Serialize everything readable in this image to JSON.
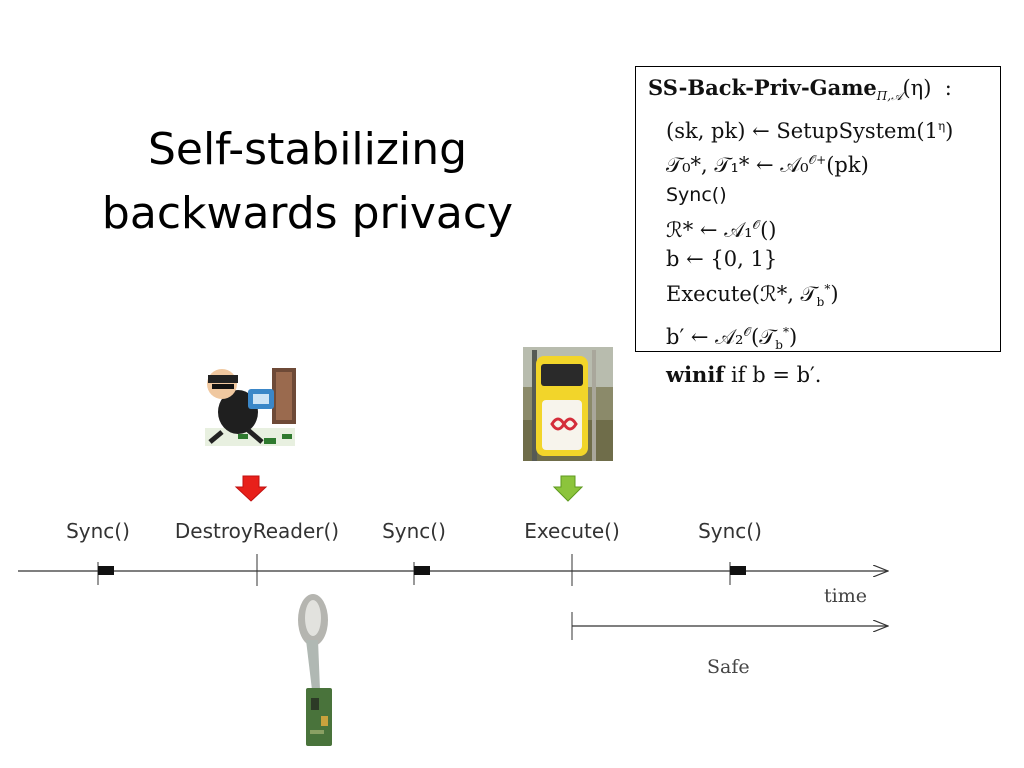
{
  "slide": {
    "title_line1": "Self-stabilizing",
    "title_line2": "backwards privacy"
  },
  "game": {
    "header_name": "SS-Back-Priv-Game",
    "header_subscript": "Π,𝒜",
    "header_arg": "(η)",
    "header_colon": ":",
    "lines": [
      "(sk, pk) ← SetupSystem(1",
      "𝒯₀*, 𝒯₁* ← 𝒜₀",
      "Sync()",
      "ℛ* ← 𝒜₁",
      "b ← {0, 1}",
      "Execute(ℛ*, 𝒯",
      "b′ ← 𝒜₂",
      "if b = b′."
    ],
    "setup_sup": "η",
    "setup_close": ")",
    "adv0_sup": "𝒪+",
    "adv0_arg": "(pk)",
    "adv1_sup": "𝒪",
    "adv1_arg": "()",
    "exec_sub": "b",
    "exec_sup": "*",
    "exec_close": ")",
    "adv2_sup": "𝒪",
    "adv2_arg": "(𝒯",
    "adv2_sub": "b",
    "adv2_sup2": "*",
    "adv2_close": ")",
    "winif_keyword": "winif"
  },
  "timeline": {
    "events": [
      {
        "label": "Sync()",
        "marker": "block"
      },
      {
        "label": "DestroyReader()",
        "marker": "tick"
      },
      {
        "label": "Sync()",
        "marker": "block"
      },
      {
        "label": "Execute()",
        "marker": "tick"
      },
      {
        "label": "Sync()",
        "marker": "block"
      }
    ],
    "axis_label": "time",
    "safe_label": "Safe"
  },
  "images": {
    "thief": "burglar-clipart",
    "reader": "transit-card-reader-photo",
    "card": "dismantled-card-photo"
  },
  "arrows": {
    "destroy_color": "#e8201a",
    "execute_color": "#8cc43c"
  }
}
